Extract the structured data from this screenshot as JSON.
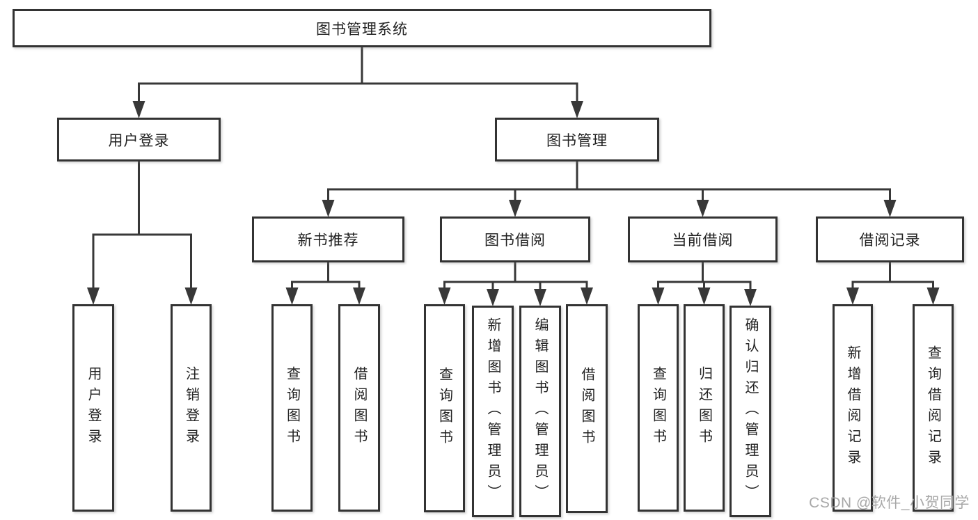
{
  "diagram": {
    "watermark": "CSDN @软件_小贺同学",
    "colors": {
      "background": "#ffffff",
      "line": "#383838",
      "box_border": "#333333",
      "text": "#222222",
      "watermark": "#a3a3a3"
    },
    "nodes": [
      {
        "id": "root",
        "label": "图书管理系统",
        "parent": null,
        "orientation": "horizontal"
      },
      {
        "id": "user-login",
        "label": "用户登录",
        "parent": "root",
        "orientation": "horizontal"
      },
      {
        "id": "book-mgmt",
        "label": "图书管理",
        "parent": "root",
        "orientation": "horizontal"
      },
      {
        "id": "new-book-rec",
        "label": "新书推荐",
        "parent": "book-mgmt",
        "orientation": "horizontal"
      },
      {
        "id": "book-borrow",
        "label": "图书借阅",
        "parent": "book-mgmt",
        "orientation": "horizontal"
      },
      {
        "id": "current-borrow",
        "label": "当前借阅",
        "parent": "book-mgmt",
        "orientation": "horizontal"
      },
      {
        "id": "borrow-record",
        "label": "借阅记录",
        "parent": "book-mgmt",
        "orientation": "horizontal"
      },
      {
        "id": "leaf-user-login",
        "label": "用户登录",
        "parent": "user-login",
        "orientation": "vertical"
      },
      {
        "id": "leaf-logout",
        "label": "注销登录",
        "parent": "user-login",
        "orientation": "vertical"
      },
      {
        "id": "leaf-rec-query",
        "label": "查询图书",
        "parent": "new-book-rec",
        "orientation": "vertical"
      },
      {
        "id": "leaf-rec-borrow",
        "label": "借阅图书",
        "parent": "new-book-rec",
        "orientation": "vertical"
      },
      {
        "id": "leaf-bb-query",
        "label": "查询图书",
        "parent": "book-borrow",
        "orientation": "vertical"
      },
      {
        "id": "leaf-bb-add",
        "label": "新增图书（管理员）",
        "parent": "book-borrow",
        "orientation": "vertical"
      },
      {
        "id": "leaf-bb-edit",
        "label": "编辑图书（管理员）",
        "parent": "book-borrow",
        "orientation": "vertical"
      },
      {
        "id": "leaf-bb-borrow",
        "label": "借阅图书",
        "parent": "book-borrow",
        "orientation": "vertical"
      },
      {
        "id": "leaf-cb-query",
        "label": "查询图书",
        "parent": "current-borrow",
        "orientation": "vertical"
      },
      {
        "id": "leaf-cb-return",
        "label": "归还图书",
        "parent": "current-borrow",
        "orientation": "vertical"
      },
      {
        "id": "leaf-cb-confirm",
        "label": "确认归还（管理员）",
        "parent": "current-borrow",
        "orientation": "vertical"
      },
      {
        "id": "leaf-br-add",
        "label": "新增借阅记录",
        "parent": "borrow-record",
        "orientation": "vertical"
      },
      {
        "id": "leaf-br-query",
        "label": "查询借阅记录",
        "parent": "borrow-record",
        "orientation": "vertical"
      }
    ]
  }
}
